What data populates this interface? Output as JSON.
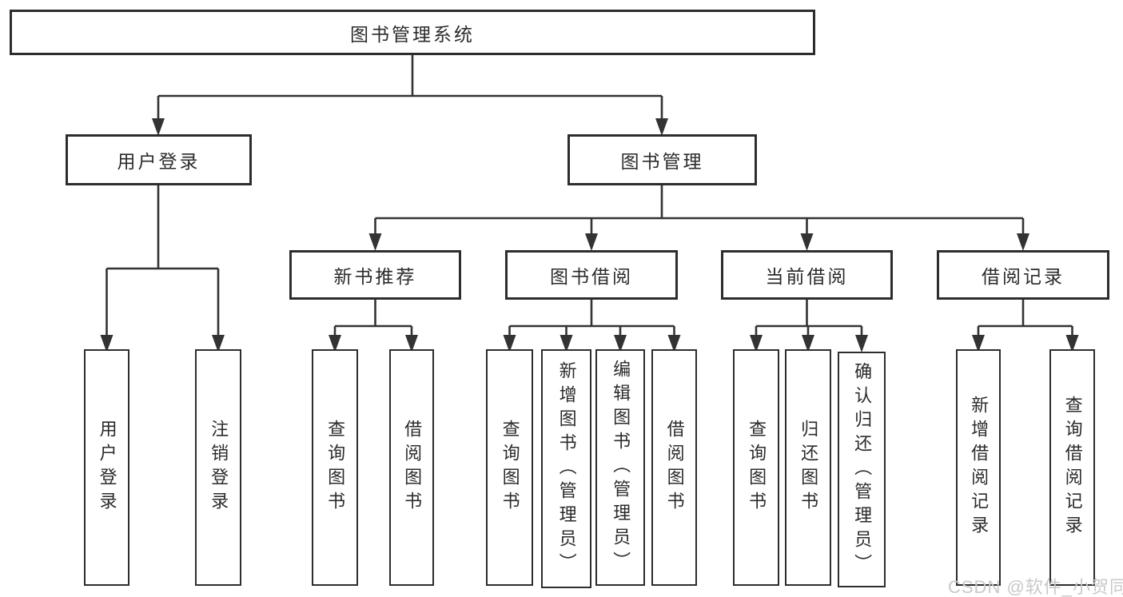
{
  "diagram_type": "hierarchy-tree",
  "colors": {
    "background": "#ffffff",
    "line": "#333333",
    "box_border": "#2d2d2d",
    "text": "#2b2b2b",
    "watermark": "#c9c9c9"
  },
  "tree": {
    "root": {
      "label": "图书管理系统",
      "children": [
        {
          "label": "用户登录",
          "children": [
            {
              "label": "用户登录"
            },
            {
              "label": "注销登录"
            }
          ]
        },
        {
          "label": "图书管理",
          "children": [
            {
              "label": "新书推荐",
              "children": [
                {
                  "label": "查询图书"
                },
                {
                  "label": "借阅图书"
                }
              ]
            },
            {
              "label": "图书借阅",
              "children": [
                {
                  "label": "查询图书"
                },
                {
                  "label": "新增图书（管理员）"
                },
                {
                  "label": "编辑图书（管理员）"
                },
                {
                  "label": "借阅图书"
                }
              ]
            },
            {
              "label": "当前借阅",
              "children": [
                {
                  "label": "查询图书"
                },
                {
                  "label": "归还图书"
                },
                {
                  "label": "确认归还（管理员）"
                }
              ]
            },
            {
              "label": "借阅记录",
              "children": [
                {
                  "label": "新增借阅记录"
                },
                {
                  "label": "查询借阅记录"
                }
              ]
            }
          ]
        }
      ]
    }
  },
  "watermark": {
    "text": "CSDN @软件_小贺同学"
  }
}
